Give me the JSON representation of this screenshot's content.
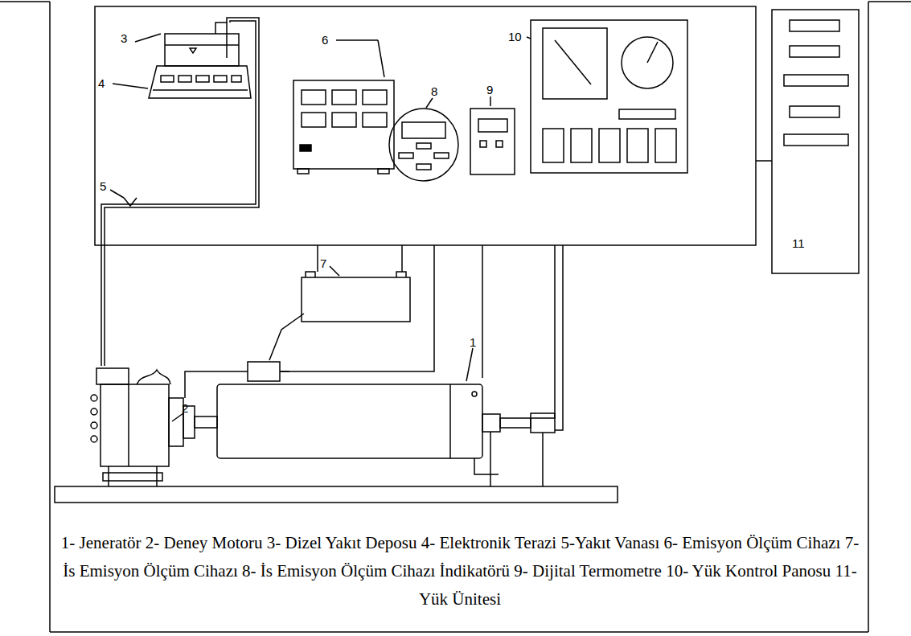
{
  "diagram": {
    "caption": "1- Jeneratör 2- Deney Motoru 3- Dizel Yakıt Deposu 4- Elektronik Terazi 5-Yakıt Vanası 6- Emisyon Ölçüm Cihazı 7- İs Emisyon Ölçüm Cihazı 8- İs Emisyon Ölçüm Cihazı İndikatörü 9- Dijital Termometre 10- Yük Kontrol Panosu 11- Yük Ünitesi",
    "labels": [
      "3",
      "4",
      "6",
      "8",
      "9",
      "10",
      "5",
      "11",
      "7",
      "1",
      "2"
    ]
  }
}
